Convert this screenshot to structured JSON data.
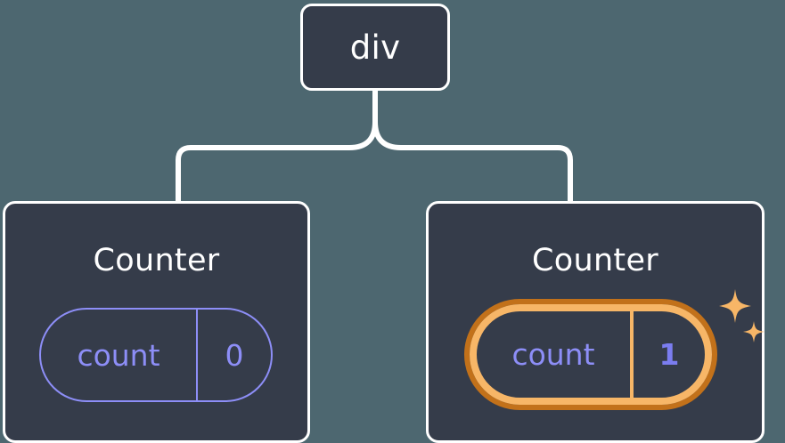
{
  "diagram": {
    "type": "component-tree",
    "background_color": "#4d6770",
    "node_fill_color": "#353c4a",
    "node_border_color": "#ffffff",
    "connector_color": "#ffffff",
    "accent_color": "#8d8ef7",
    "highlight_outer_color": "#c2711a",
    "highlight_inner_color": "#f7b667",
    "sparkle_color": "#f7b667"
  },
  "root": {
    "label": "div"
  },
  "children": [
    {
      "title": "Counter",
      "state": {
        "key": "count",
        "value": "0"
      },
      "highlighted": false
    },
    {
      "title": "Counter",
      "state": {
        "key": "count",
        "value": "1"
      },
      "highlighted": true,
      "sparkle_count": 2
    }
  ]
}
